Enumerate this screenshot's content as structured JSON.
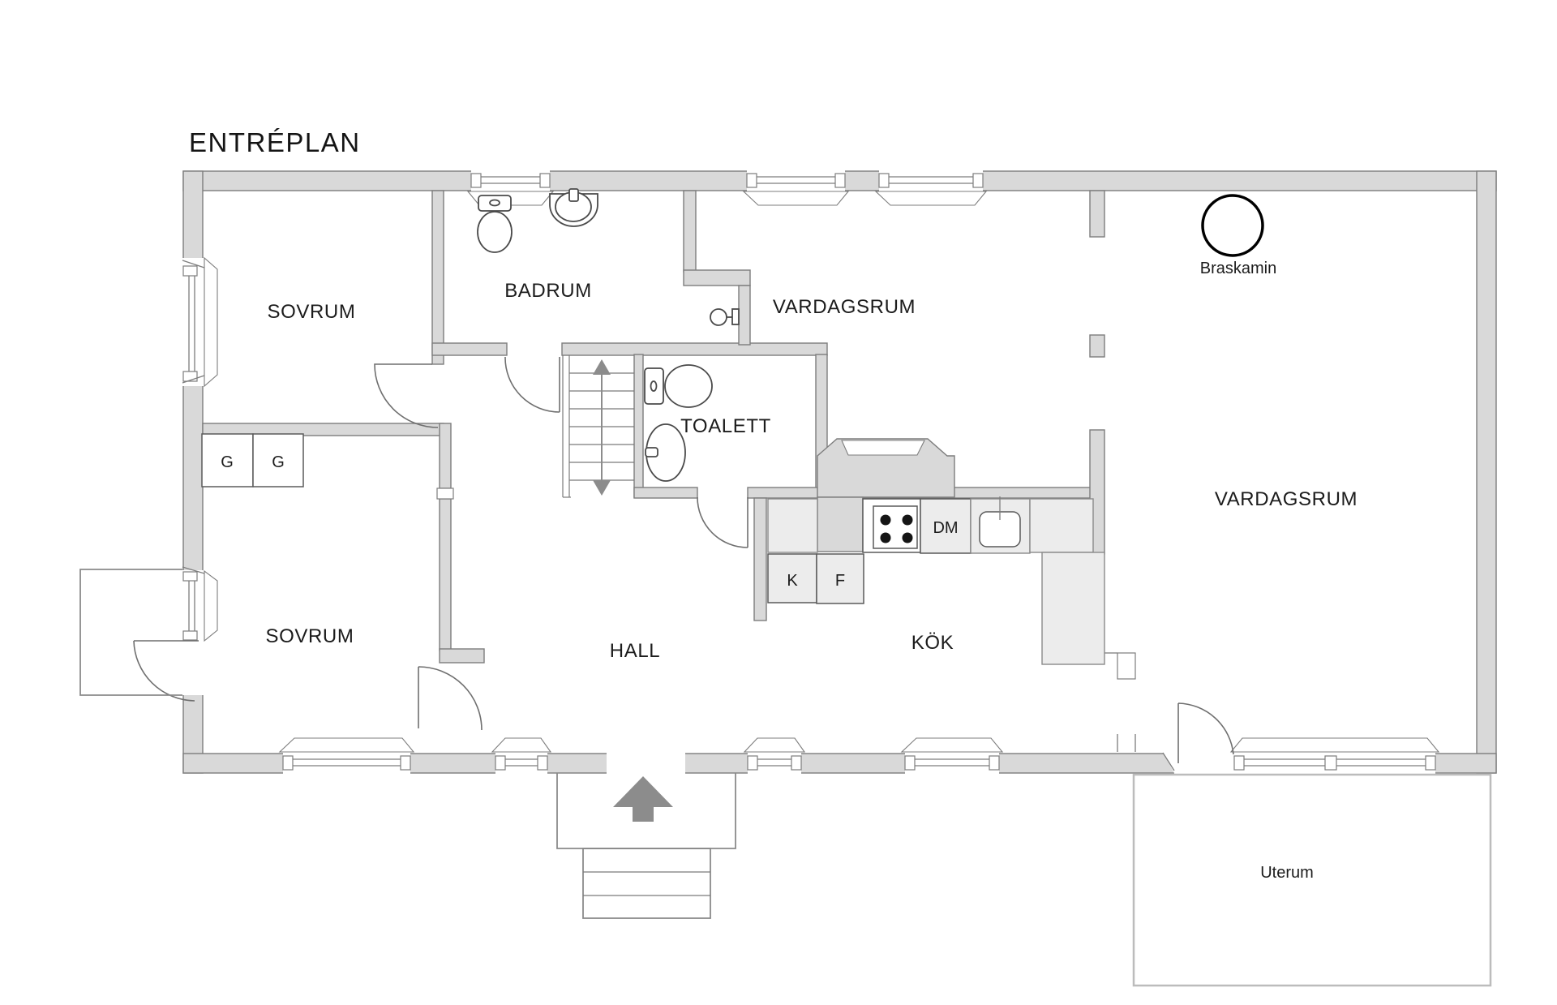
{
  "labels": {
    "title": "ENTRÉPLAN",
    "rooms": [
      {
        "id": "sovrum-1",
        "text": "SOVRUM"
      },
      {
        "id": "badrum",
        "text": "BADRUM"
      },
      {
        "id": "vardagsrum-1",
        "text": "VARDAGSRUM"
      },
      {
        "id": "toalett",
        "text": "TOALETT"
      },
      {
        "id": "vardagsrum-2",
        "text": "VARDAGSRUM"
      },
      {
        "id": "sovrum-2",
        "text": "SOVRUM"
      },
      {
        "id": "hall",
        "text": "HALL"
      },
      {
        "id": "kok",
        "text": "KÖK"
      },
      {
        "id": "uterum",
        "text": "Uterum"
      }
    ],
    "fixtures": [
      {
        "id": "braskamin",
        "text": "Braskamin"
      },
      {
        "id": "garderob-1",
        "text": "G"
      },
      {
        "id": "garderob-2",
        "text": "G"
      },
      {
        "id": "diskmaskin",
        "text": "DM"
      },
      {
        "id": "kyl",
        "text": "K"
      },
      {
        "id": "frys",
        "text": "F"
      }
    ]
  },
  "colors": {
    "wall_fill": "#d9d9d9",
    "wall_stroke": "#7d7d7d",
    "counter_fill": "#ececec",
    "arrow_fill": "#8c8c8c",
    "door_stroke": "#6f6f6f",
    "fixture_stroke": "#4a4a4a",
    "braskamin_stroke": "#000000",
    "text": "#1c1c1c"
  }
}
